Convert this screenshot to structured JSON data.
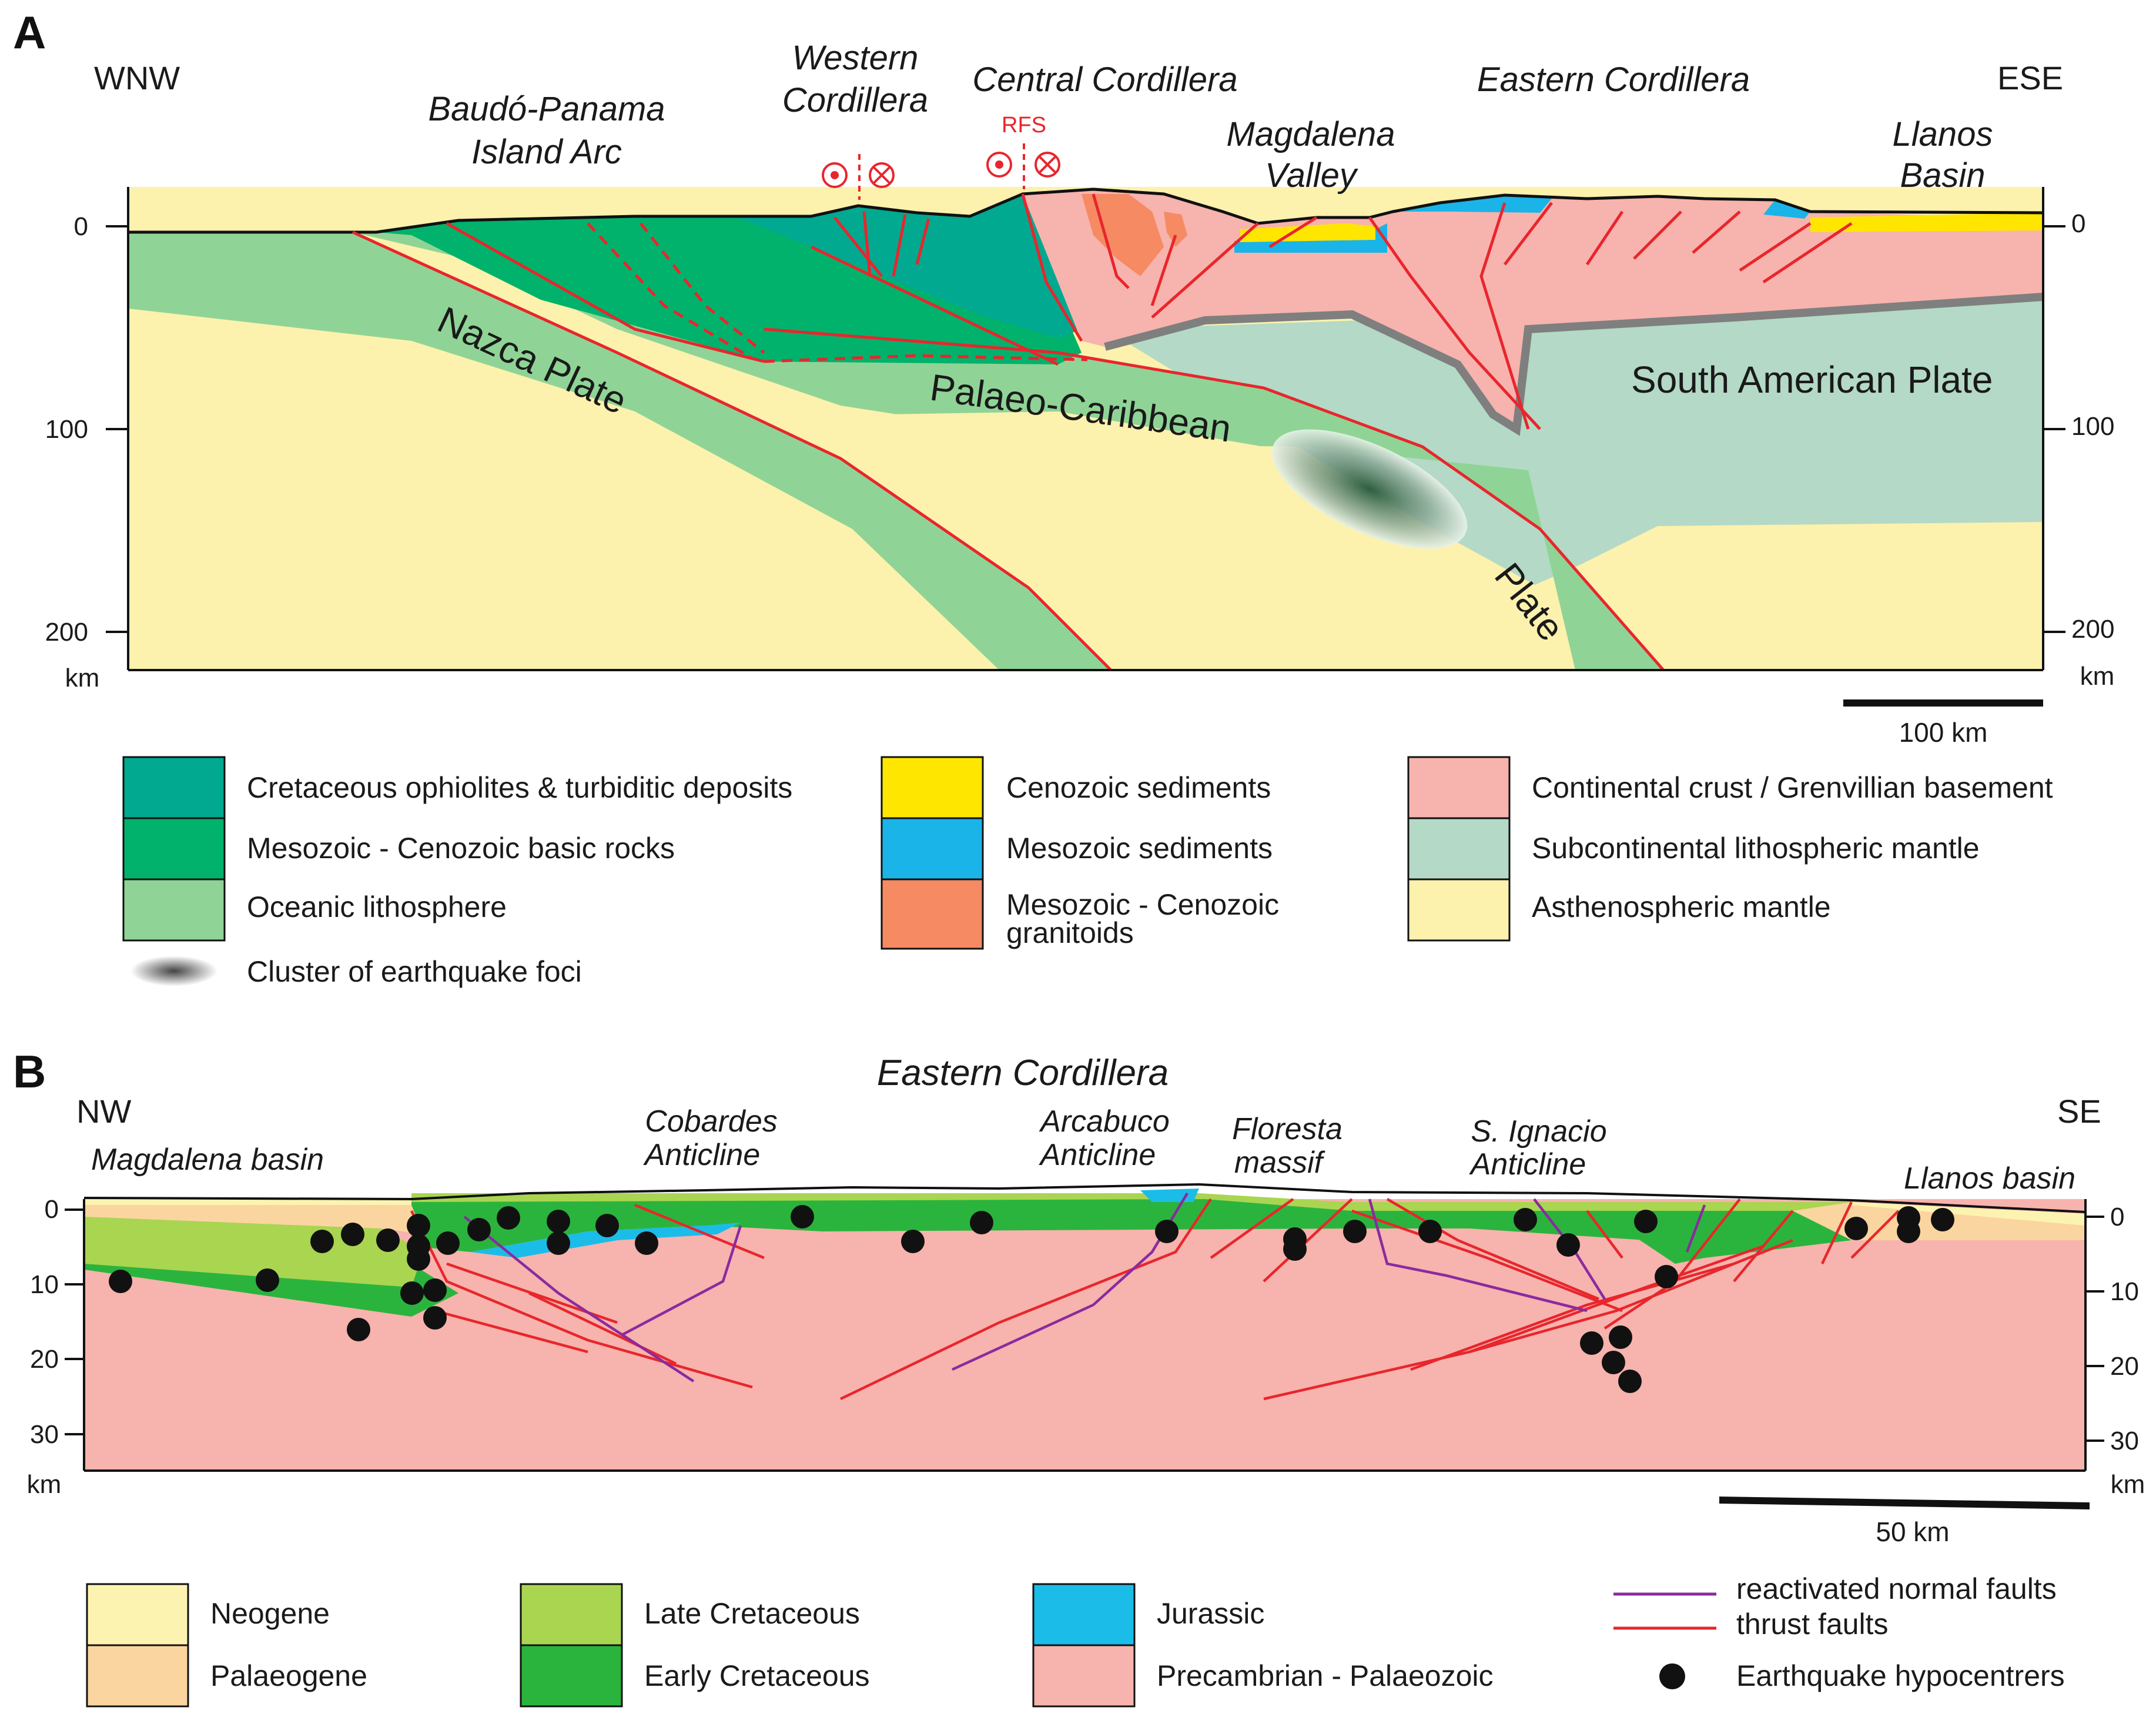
{
  "panel_a": {
    "letter": "A",
    "left_dir": "WNW",
    "right_dir": "ESE",
    "regions": {
      "baudo_1": "Baudó-Panama",
      "baudo_2": "Island Arc",
      "western_1": "Western",
      "western_2": "Cordillera",
      "central": "Central  Cordillera",
      "rfs": "RFS",
      "eastern": "Eastern Cordillera",
      "magdalena_1": "Magdalena",
      "magdalena_2": "Valley",
      "llanos_1": "Llanos",
      "llanos_2": "Basin"
    },
    "plates": {
      "nazca": "Nazca Plate",
      "palaeo": "Palaeo-Caribbean",
      "plate": "Plate",
      "south_american": "South American Plate"
    },
    "depth_ticks_left": [
      "0",
      "100",
      "200"
    ],
    "depth_ticks_right": [
      "0",
      "100",
      "200"
    ],
    "depth_unit": "km",
    "scale_bar": "100 km"
  },
  "legend_a": [
    {
      "label": "Cretaceous ophiolites & turbiditic deposits",
      "color": "#00a98f"
    },
    {
      "label": "Mesozoic - Cenozoic basic rocks",
      "color": "#00b26b"
    },
    {
      "label": "Oceanic lithosphere",
      "color": "#8fd496"
    },
    {
      "label": "Cenozoic sediments",
      "color": "#ffe600"
    },
    {
      "label": "Mesozoic sediments",
      "color": "#1ab4e8"
    },
    {
      "label_1": "Mesozoic - Cenozoic",
      "label_2": "granitoids",
      "color": "#f58a63"
    },
    {
      "label": "Continental crust / Grenvillian basement",
      "color": "#f7b3ad"
    },
    {
      "label": "Subcontinental lithospheric mantle",
      "color": "#b4d9c6"
    },
    {
      "label": "Asthenospheric mantle",
      "color": "#fcf1ad"
    },
    {
      "label": "Cluster of earthquake foci",
      "color": "#555555"
    }
  ],
  "panel_b": {
    "letter": "B",
    "title": "Eastern Cordillera",
    "left_dir": "NW",
    "right_dir": "SE",
    "regions": {
      "magdalena": "Magdalena basin",
      "cobardes_1": "Cobardes",
      "cobardes_2": "Anticline",
      "arcabuco_1": "Arcabuco",
      "arcabuco_2": "Anticline",
      "floresta_1": "Floresta",
      "floresta_2": "massif",
      "ignacio_1": "S. Ignacio",
      "ignacio_2": "Anticline",
      "llanos": "Llanos basin"
    },
    "depth_ticks_left": [
      "0",
      "10",
      "20",
      "30"
    ],
    "depth_ticks_right": [
      "0",
      "10",
      "20",
      "30"
    ],
    "depth_unit": "km",
    "scale_bar": "50 km"
  },
  "legend_b": [
    {
      "label": "Neogene",
      "color": "#fdf3b0"
    },
    {
      "label": "Palaeogene",
      "color": "#fbd59f"
    },
    {
      "label": "Late Cretaceous",
      "color": "#a9d551"
    },
    {
      "label": "Early Cretaceous",
      "color": "#2bb43d"
    },
    {
      "label": "Jurassic",
      "color": "#1bbde8"
    },
    {
      "label": "Precambrian - Palaeozoic",
      "color": "#f7b3ad"
    },
    {
      "label": "reactivated normal faults",
      "color": "#8a2aa0"
    },
    {
      "label": "thrust faults",
      "color": "#e8262d"
    },
    {
      "label": "Earthquake hypocentrers",
      "color": "#111111"
    }
  ]
}
